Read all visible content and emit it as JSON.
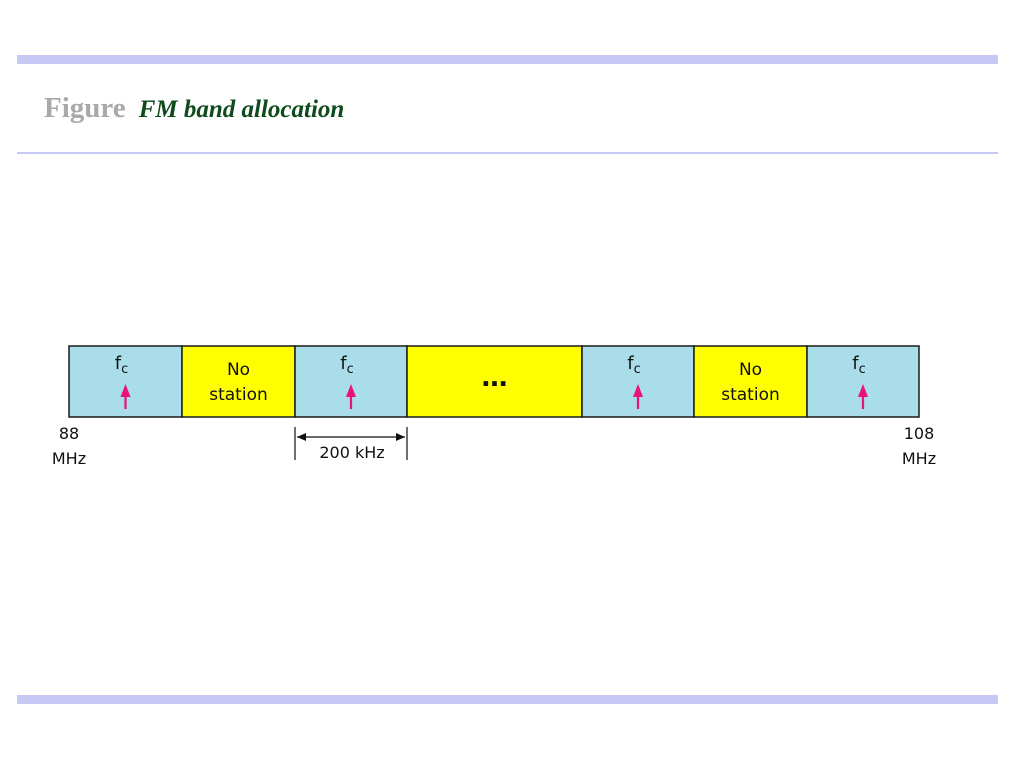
{
  "header": {
    "label": "Figure",
    "caption": "FM band allocation"
  },
  "diagram": {
    "segments": [
      {
        "kind": "station",
        "text": "f",
        "sub": "c"
      },
      {
        "kind": "empty",
        "line1": "No",
        "line2": "station"
      },
      {
        "kind": "station",
        "text": "f",
        "sub": "c"
      },
      {
        "kind": "ellipsis",
        "text": "…"
      },
      {
        "kind": "station",
        "text": "f",
        "sub": "c"
      },
      {
        "kind": "empty",
        "line1": "No",
        "line2": "station"
      },
      {
        "kind": "station",
        "text": "f",
        "sub": "c"
      }
    ],
    "left_edge": {
      "line1": "88",
      "line2": "MHz"
    },
    "right_edge": {
      "line1": "108",
      "line2": "MHz"
    },
    "spacing_label": "200 kHz",
    "colors": {
      "station_fill": "#a8dde9",
      "empty_fill": "#ffff00",
      "arrow": "#e8127c",
      "outline": "#1a1a1a"
    }
  }
}
